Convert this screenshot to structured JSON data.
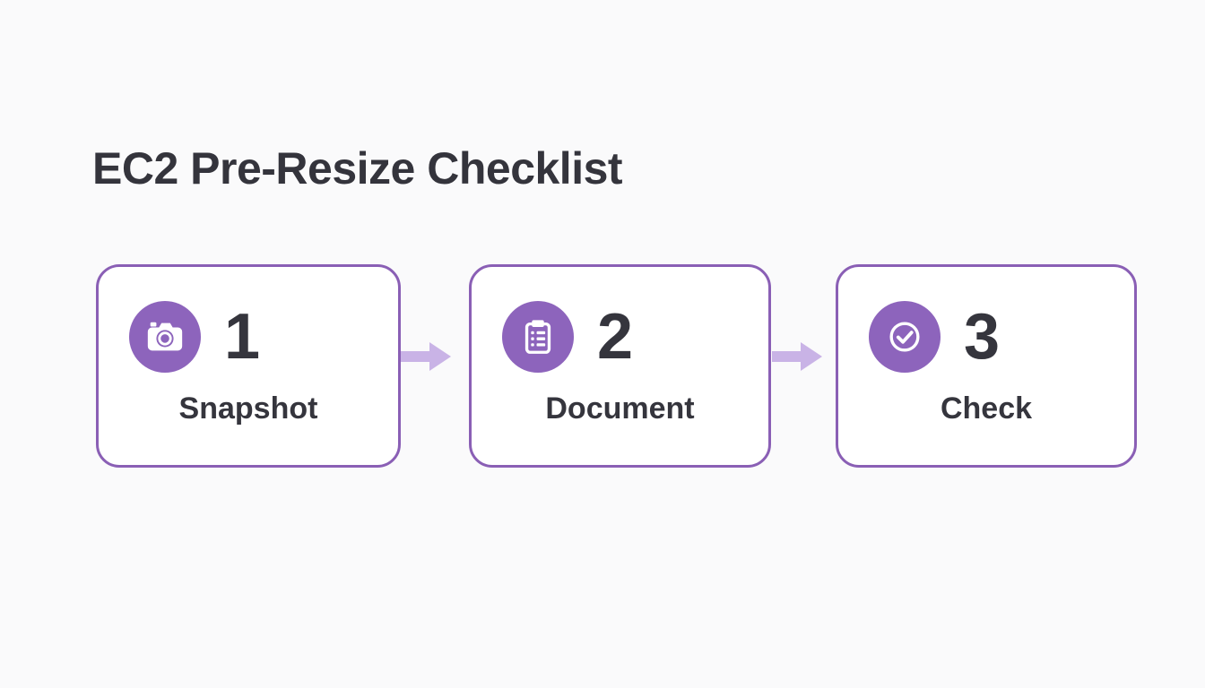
{
  "title": "EC2 Pre-Resize Checklist",
  "colors": {
    "page_background": "#fafafb",
    "card_background": "#ffffff",
    "card_border": "#8a5fb5",
    "accent_purple": "#8d64bc",
    "arrow": "#c9b3e6",
    "heading_text": "#34343c",
    "step_text": "#35353d"
  },
  "steps": [
    {
      "number": "1",
      "label": "Snapshot",
      "icon": "camera-icon"
    },
    {
      "number": "2",
      "label": "Document",
      "icon": "clipboard-checklist-icon"
    },
    {
      "number": "3",
      "label": "Check",
      "icon": "check-circle-icon"
    }
  ],
  "connectors": [
    {
      "icon": "arrow-right-icon"
    },
    {
      "icon": "arrow-right-icon"
    }
  ]
}
